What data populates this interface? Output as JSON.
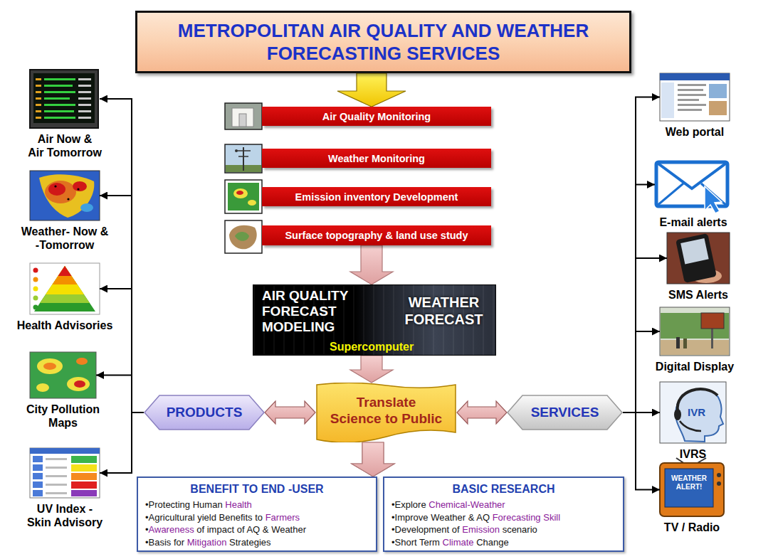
{
  "diagram": {
    "nodes": [
      {
        "text": [
          "METROPOLITAN AIR QUALITY AND WEATHER FORECASTING SERVICES"
        ]
      },
      {
        "text": [
          "Air Quality Monitoring"
        ]
      },
      {
        "text": [
          "Weather Monitoring"
        ]
      },
      {
        "text": [
          "Emission inventory Development"
        ]
      },
      {
        "text": [
          "Surface topography & land use study"
        ]
      },
      {
        "text": [
          "AIR QUALITY FORECAST MODELING",
          "WEATHER FORECAST",
          "Supercomputer"
        ]
      },
      {
        "text": [
          "PRODUCTS"
        ]
      },
      {
        "text": [
          "Translate Science to Public"
        ]
      },
      {
        "text": [
          "SERVICES"
        ]
      },
      {
        "text": [
          "BENEFIT TO END -USER",
          "•Protecting Human Health",
          "•Agricultural yield Benefits to Farmers",
          "•Awareness of impact of AQ & Weather",
          "•Basis for Mitigation Strategies"
        ]
      },
      {
        "text": [
          "BASIC RESEARCH",
          "•Explore Chemical-Weather",
          "•Improve Weather & AQ Forecasting Skill",
          "•Development of Emission scenario",
          "•Short Term Climate Change"
        ]
      },
      {
        "text": [
          "Air Now & Air Tomorrow"
        ]
      },
      {
        "text": [
          "Weather- Now & -Tomorrow"
        ]
      },
      {
        "text": [
          "Health Advisories"
        ]
      },
      {
        "text": [
          "City Pollution Maps"
        ]
      },
      {
        "text": [
          "UV Index - Skin Advisory"
        ]
      },
      {
        "text": [
          "Web portal"
        ]
      },
      {
        "text": [
          "E-mail alerts"
        ]
      },
      {
        "text": [
          "SMS Alerts"
        ]
      },
      {
        "text": [
          "Digital Display"
        ]
      },
      {
        "text": [
          "IVRS"
        ]
      },
      {
        "text": [
          "TV / Radio"
        ]
      }
    ],
    "edges": [
      {
        "from": 0,
        "to": 1,
        "arrow": "to"
      },
      {
        "from": 4,
        "to": 5,
        "arrow": "to"
      },
      {
        "from": 5,
        "to": 7,
        "arrow": "to"
      },
      {
        "from": 7,
        "to": 6,
        "arrow": "both"
      },
      {
        "from": 7,
        "to": 8,
        "arrow": "both"
      },
      {
        "from": 7,
        "to": 9,
        "arrow": "to"
      },
      {
        "from": 7,
        "to": 10,
        "arrow": "to"
      },
      {
        "from": 6,
        "to": 11,
        "arrow": "to"
      },
      {
        "from": 6,
        "to": 12,
        "arrow": "to"
      },
      {
        "from": 6,
        "to": 13,
        "arrow": "to"
      },
      {
        "from": 6,
        "to": 14,
        "arrow": "to"
      },
      {
        "from": 6,
        "to": 15,
        "arrow": "to"
      },
      {
        "from": 8,
        "to": 16,
        "arrow": "to"
      },
      {
        "from": 8,
        "to": 17,
        "arrow": "to"
      },
      {
        "from": 8,
        "to": 18,
        "arrow": "to"
      },
      {
        "from": 8,
        "to": 19,
        "arrow": "to"
      },
      {
        "from": 8,
        "to": 20,
        "arrow": "to"
      },
      {
        "from": 8,
        "to": 21,
        "arrow": "to"
      }
    ],
    "labels": [
      "IVR",
      "WEATHER ALERT!"
    ]
  }
}
